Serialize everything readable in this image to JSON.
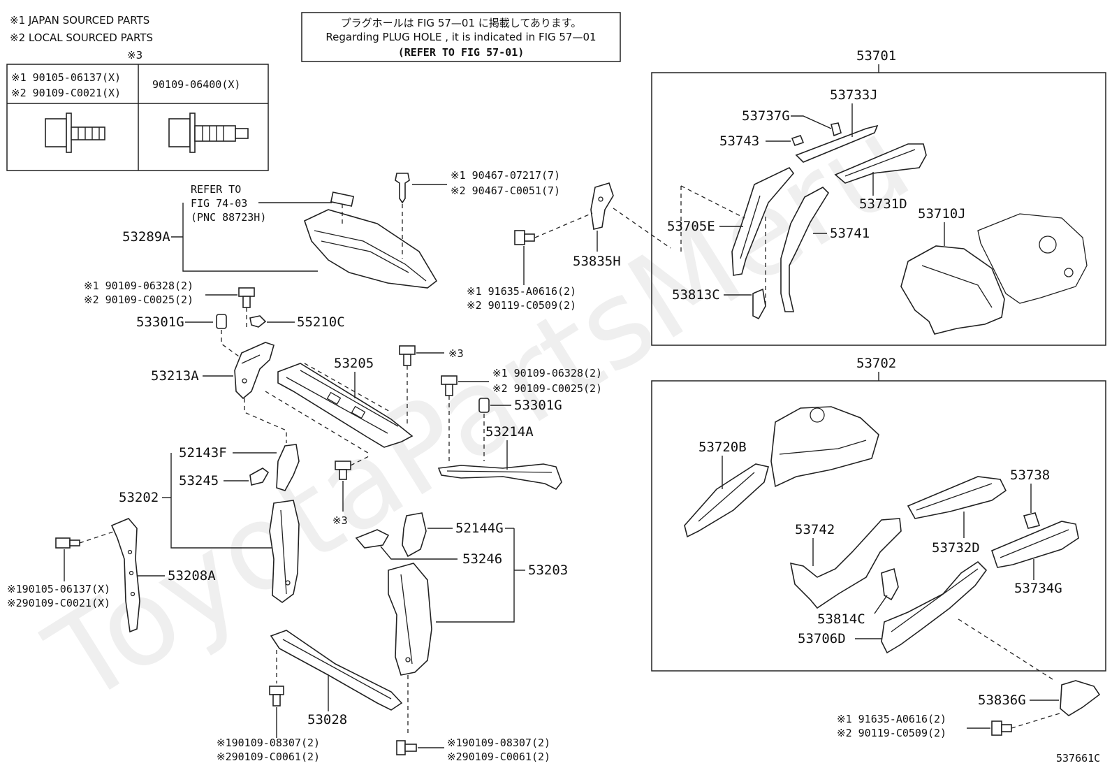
{
  "legend": {
    "japan": "※1  JAPAN SOURCED PARTS",
    "local": "※2  LOCAL SOURCED PARTS",
    "mark3": "※3"
  },
  "bolt_table": {
    "col1_line1": "※1 90105-06137(X)",
    "col1_line2": "※2 90109-C0021(X)",
    "col2": "90109-06400(X)"
  },
  "notice": {
    "jp": "プラグホールは FIG  57—01 に掲載してあります。",
    "en": "Regarding  PLUG  HOLE , it is indicated in FIG  57—01",
    "refer": "(REFER TO FIG 57-01)"
  },
  "refer_note": {
    "line1": "REFER TO",
    "line2": "FIG 74-03",
    "line3": "(PNC 88723H)"
  },
  "labels": {
    "p53289A": "53289A",
    "clip1": "※1 90467-07217(7)",
    "clip2": "※2 90467-C0051(7)",
    "bolt_a1": "※1 90109-06328(2)",
    "bolt_a2": "※2 90109-C0025(2)",
    "p53301G_a": "53301G",
    "p55210C": "55210C",
    "p53213A": "53213A",
    "p53205": "53205",
    "mark3_a": "※3",
    "bolt_b1": "※1  90109-06328(2)",
    "bolt_b2": "※2  90109-C0025(2)",
    "p53301G_b": "53301G",
    "p53214A": "53214A",
    "p53835H": "53835H",
    "bolt_c1": "※1 91635-A0616(2)",
    "bolt_c2": "※2 90119-C0509(2)",
    "p52143F": "52143F",
    "p53245": "53245",
    "p53202": "53202",
    "mark3_b": "※3",
    "p52144G": "52144G",
    "p53246": "53246",
    "p53203": "53203",
    "p53208A": "53208A",
    "bolt_d1": "※190105-06137(X)",
    "bolt_d2": "※290109-C0021(X)",
    "p53028": "53028",
    "bolt_e1": "※190109-08307(2)",
    "bolt_e2": "※290109-C0061(2)",
    "bolt_f1": "※190109-08307(2)",
    "bolt_f2": "※290109-C0061(2)",
    "p53701": "53701",
    "p53733J": "53733J",
    "p53737G": "53737G",
    "p53743": "53743",
    "p53731D": "53731D",
    "p53710J": "53710J",
    "p53705E": "53705E",
    "p53741": "53741",
    "p53813C": "53813C",
    "p53702": "53702",
    "p53720B": "53720B",
    "p53738": "53738",
    "p53742": "53742",
    "p53732D": "53732D",
    "p53734G": "53734G",
    "p53814C": "53814C",
    "p53706D": "53706D",
    "p53836G": "53836G",
    "bolt_g1": "※1  91635-A0616(2)",
    "bolt_g2": "※2  90119-C0509(2)",
    "fig_id": "537661C"
  },
  "watermark": "ToyotaPartsMeru"
}
